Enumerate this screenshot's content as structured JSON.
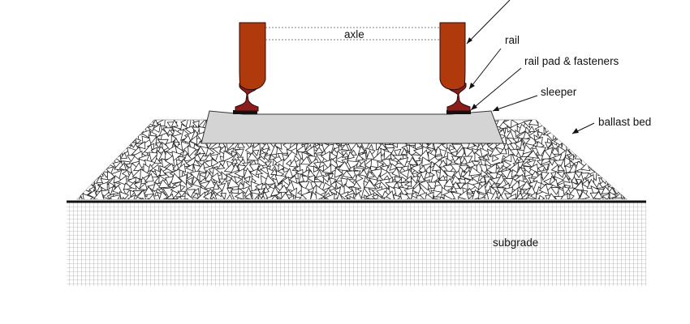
{
  "labels": {
    "axle": "axle",
    "rail": "rail",
    "rail_pad": "rail pad & fasteners",
    "sleeper": "sleeper",
    "ballast": "ballast bed",
    "subgrade": "subgrade"
  },
  "colors": {
    "wheel": "#b13a0c",
    "rail": "#8a1c1c",
    "sleeper": "#d4d4d4",
    "grid": "#8c8c8c",
    "ground": "#111111"
  }
}
